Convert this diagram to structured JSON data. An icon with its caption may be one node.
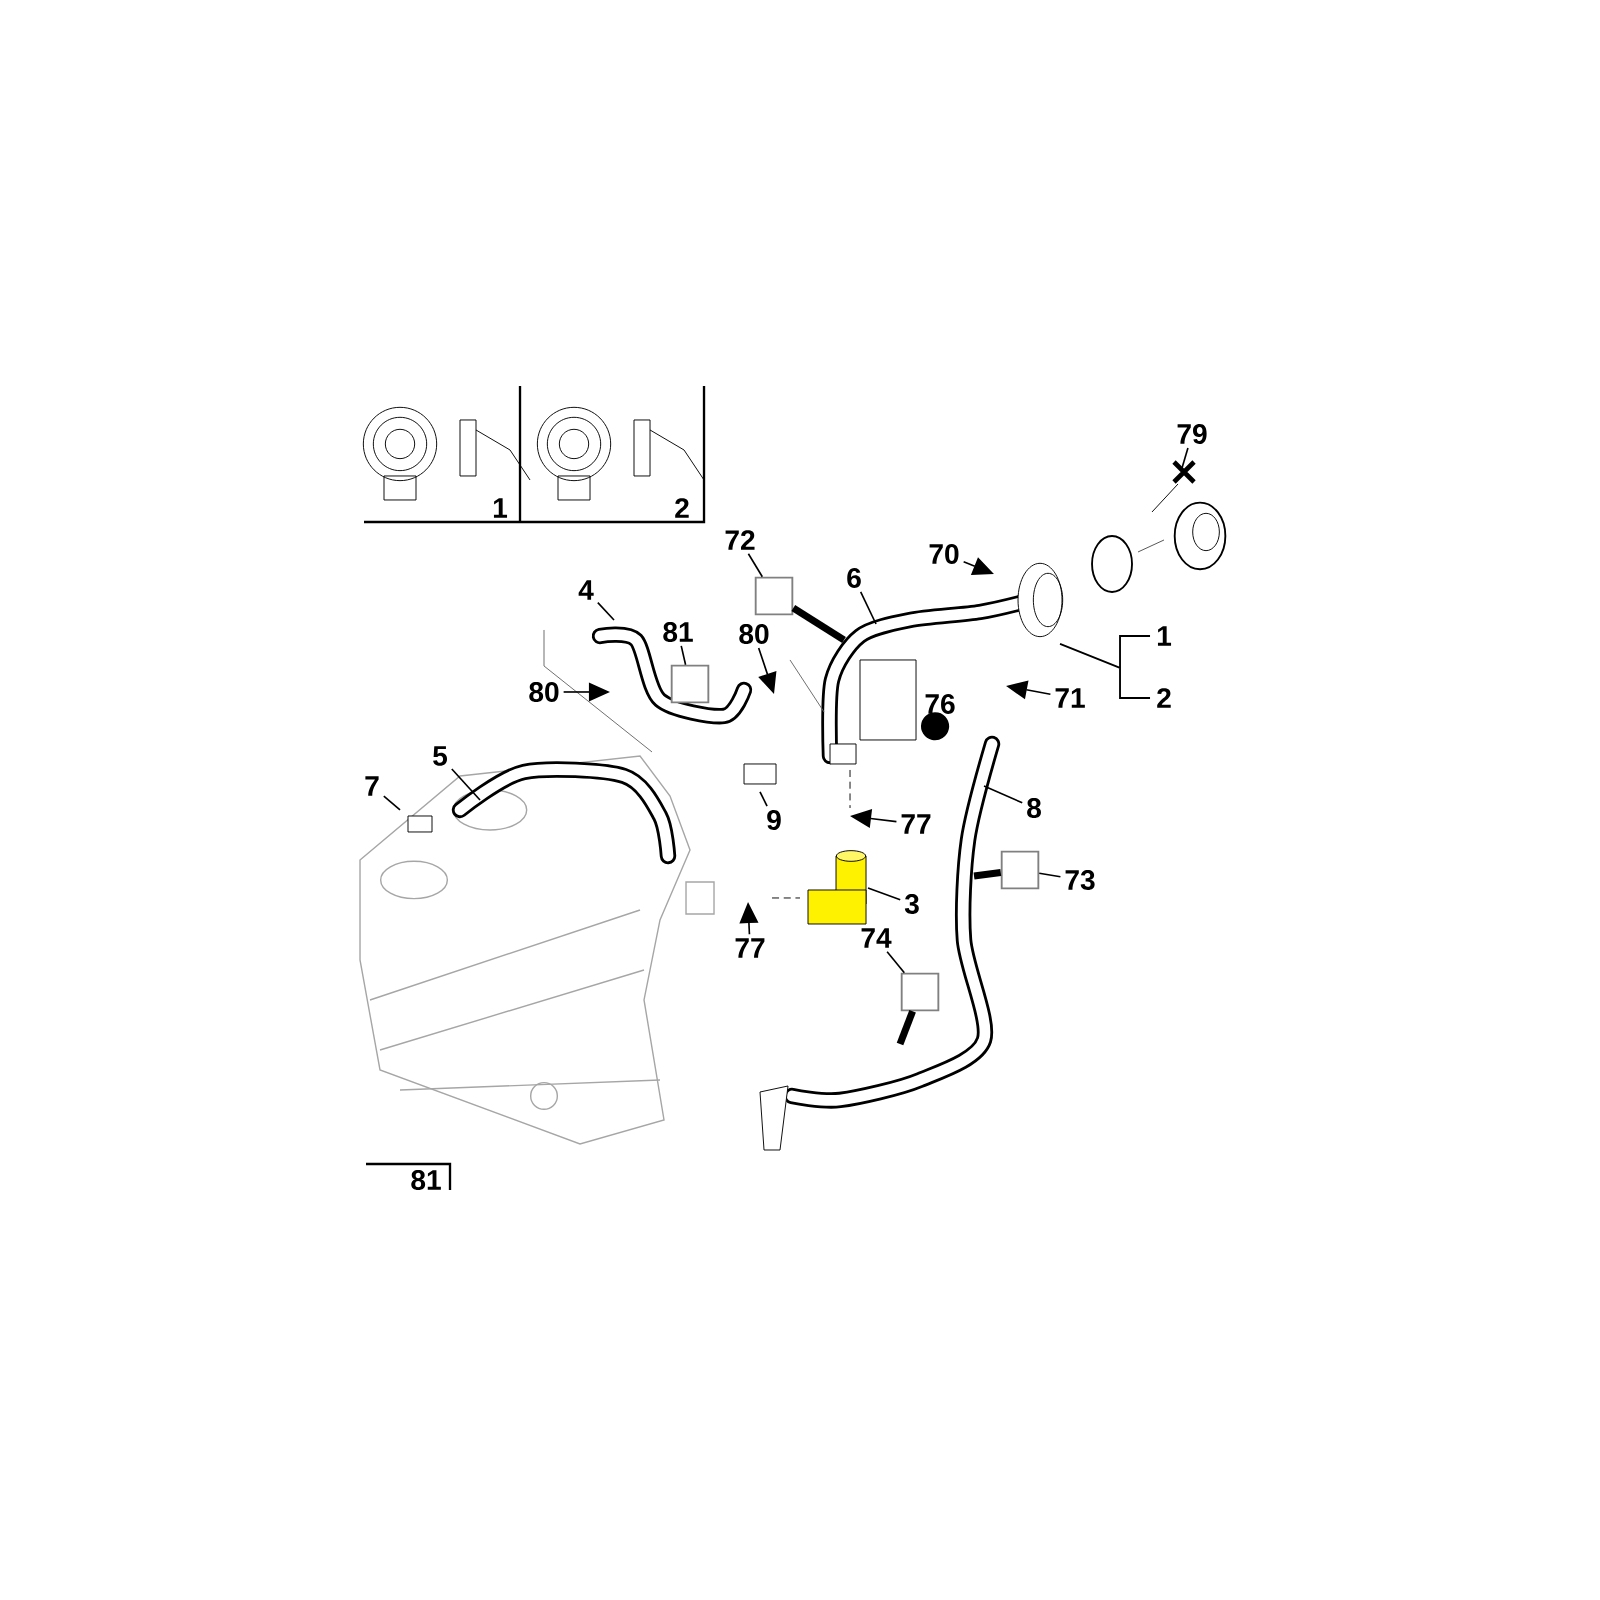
{
  "diagram": {
    "nodes": [
      {
        "text": [
          "79"
        ]
      },
      {
        "text": [
          "70"
        ]
      },
      {
        "text": [
          "72"
        ]
      },
      {
        "text": [],
        "shape": "box"
      },
      {
        "text": [
          "6"
        ]
      },
      {
        "text": [
          "4"
        ]
      },
      {
        "text": [
          "81"
        ]
      },
      {
        "text": [],
        "shape": "box"
      },
      {
        "text": [
          "80"
        ]
      },
      {
        "text": [
          "80"
        ]
      },
      {
        "text": [
          "76"
        ]
      },
      {
        "text": [
          "71"
        ]
      },
      {
        "text": [
          "5"
        ]
      },
      {
        "text": [
          "7"
        ]
      },
      {
        "text": [
          "9"
        ]
      },
      {
        "text": [
          "8"
        ]
      },
      {
        "text": [
          "77"
        ]
      },
      {
        "text": [
          "3"
        ]
      },
      {
        "text": [
          "77"
        ]
      },
      {
        "text": [
          "73"
        ]
      },
      {
        "text": [],
        "shape": "box"
      },
      {
        "text": [
          "74"
        ]
      },
      {
        "text": [],
        "shape": "box"
      }
    ],
    "edges": [
      {
        "from": 0,
        "to": null,
        "arrow": "none"
      },
      {
        "from": 1,
        "to": null,
        "arrow": "to"
      },
      {
        "from": 2,
        "to": 3,
        "arrow": "none"
      },
      {
        "from": 3,
        "to": null,
        "arrow": "none",
        "style": "thick"
      },
      {
        "from": 4,
        "to": null,
        "arrow": "none"
      },
      {
        "from": 5,
        "to": null,
        "arrow": "none"
      },
      {
        "from": 6,
        "to": 7,
        "arrow": "none"
      },
      {
        "from": 8,
        "to": null,
        "arrow": "to"
      },
      {
        "from": 9,
        "to": null,
        "arrow": "to"
      },
      {
        "from": 10,
        "to": null,
        "arrow": "other"
      },
      {
        "from": 11,
        "to": null,
        "arrow": "to"
      },
      {
        "from": 12,
        "to": null,
        "arrow": "none"
      },
      {
        "from": 13,
        "to": null,
        "arrow": "none"
      },
      {
        "from": 14,
        "to": null,
        "arrow": "none"
      },
      {
        "from": 15,
        "to": null,
        "arrow": "none"
      },
      {
        "from": 16,
        "to": null,
        "arrow": "to"
      },
      {
        "from": 17,
        "to": null,
        "arrow": "none"
      },
      {
        "from": 18,
        "to": null,
        "arrow": "to"
      },
      {
        "from": 19,
        "to": 20,
        "arrow": "none"
      },
      {
        "from": 20,
        "to": null,
        "arrow": "none",
        "style": "thick"
      },
      {
        "from": 21,
        "to": 22,
        "arrow": "none"
      },
      {
        "from": 22,
        "to": null,
        "arrow": "none",
        "style": "thick"
      }
    ],
    "labels": [
      "1",
      "2",
      "1",
      "2",
      "81"
    ]
  }
}
